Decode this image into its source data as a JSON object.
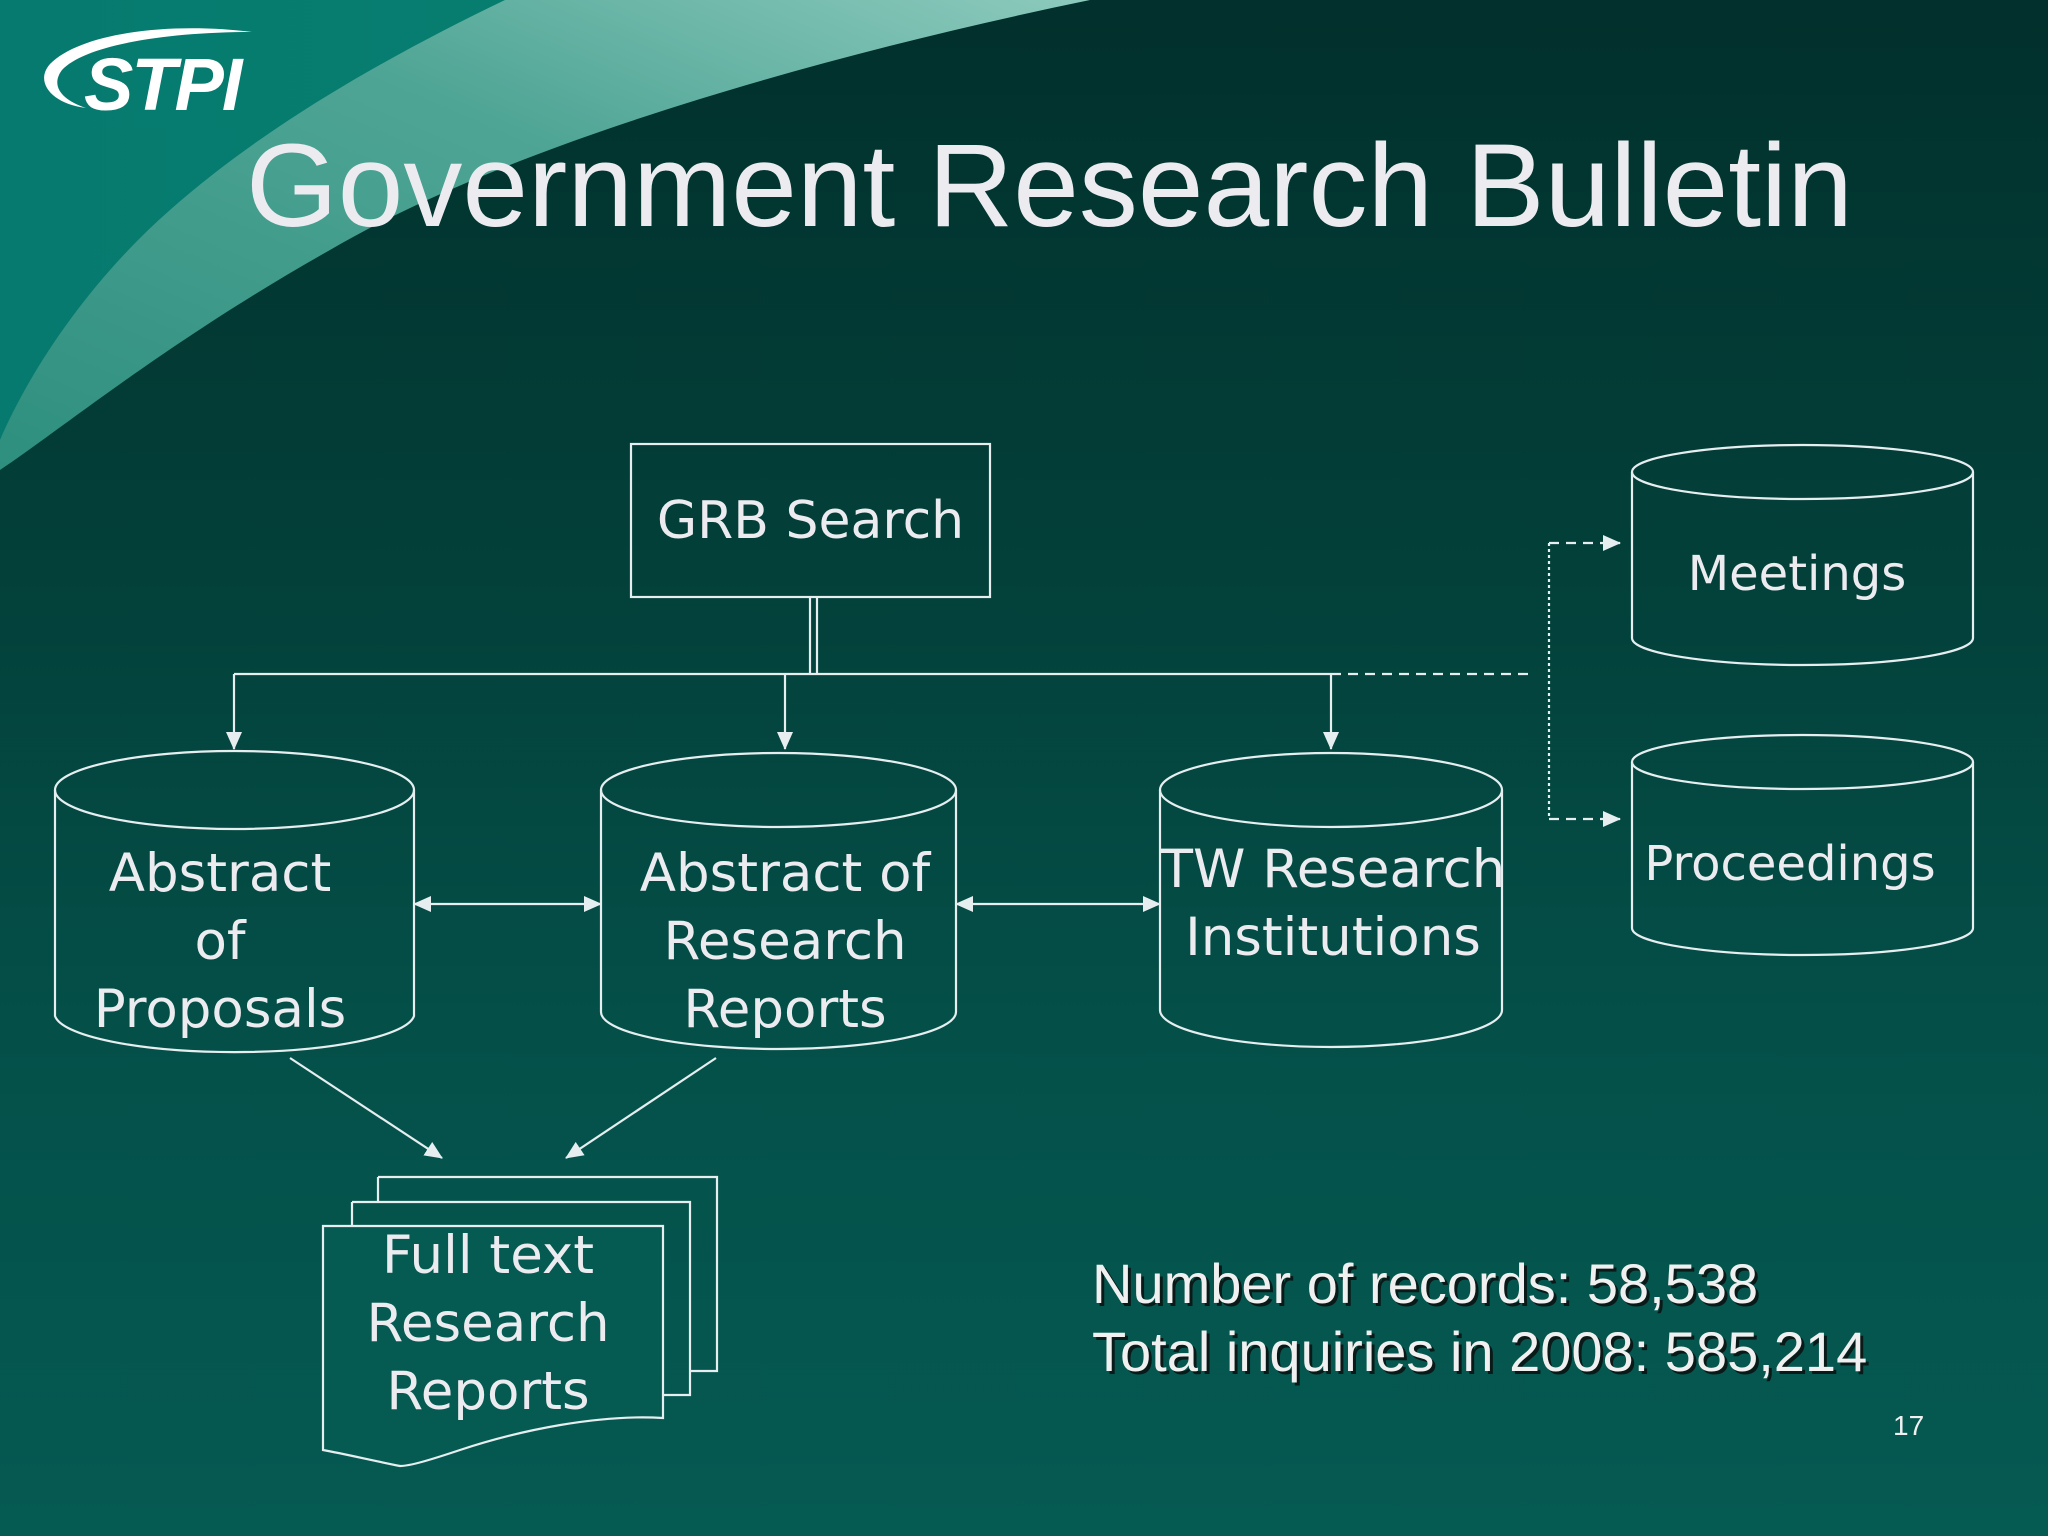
{
  "slide": {
    "title": "Government Research Bulletin",
    "logo_text": "STPI",
    "page_number": "17",
    "colors": {
      "background_dark": "#02302c",
      "background_light": "#055a52",
      "swoosh_band": "#5aa99b",
      "swoosh_teal": "#077a6e",
      "line": "#e6eef0",
      "text": "#ececf0"
    }
  },
  "diagram": {
    "search_box": {
      "label": "GRB Search"
    },
    "databases": [
      {
        "id": "proposals",
        "label": "Abstract\nof\nProposals"
      },
      {
        "id": "research-reports",
        "label": "Abstract of\nResearch\nReports"
      },
      {
        "id": "tw-institutions",
        "label": "TW Research\nInstitutions"
      },
      {
        "id": "meetings",
        "label": "Meetings"
      },
      {
        "id": "proceedings",
        "label": "Proceedings"
      }
    ],
    "document": {
      "label": "Full text\nResearch\nReports"
    },
    "connections": [
      {
        "from": "GRB Search",
        "to": "Abstract of Proposals",
        "style": "solid-arrow"
      },
      {
        "from": "GRB Search",
        "to": "Abstract of Research Reports",
        "style": "solid-arrow"
      },
      {
        "from": "GRB Search",
        "to": "TW Research Institutions",
        "style": "solid-arrow"
      },
      {
        "from": "GRB Search",
        "to": "Meetings",
        "style": "dashed-arrow"
      },
      {
        "from": "GRB Search",
        "to": "Proceedings",
        "style": "dashed-arrow"
      },
      {
        "from": "Abstract of Proposals",
        "to": "Abstract of Research Reports",
        "style": "bidirectional"
      },
      {
        "from": "Abstract of Research Reports",
        "to": "TW Research Institutions",
        "style": "bidirectional"
      },
      {
        "from": "Abstract of Proposals",
        "to": "Full text Research Reports",
        "style": "solid-arrow"
      },
      {
        "from": "Abstract of Research Reports",
        "to": "Full text Research Reports",
        "style": "solid-arrow"
      }
    ]
  },
  "stats": {
    "records": "Number of records: 58,538",
    "inquiries": "Total inquiries in 2008: 585,214"
  }
}
